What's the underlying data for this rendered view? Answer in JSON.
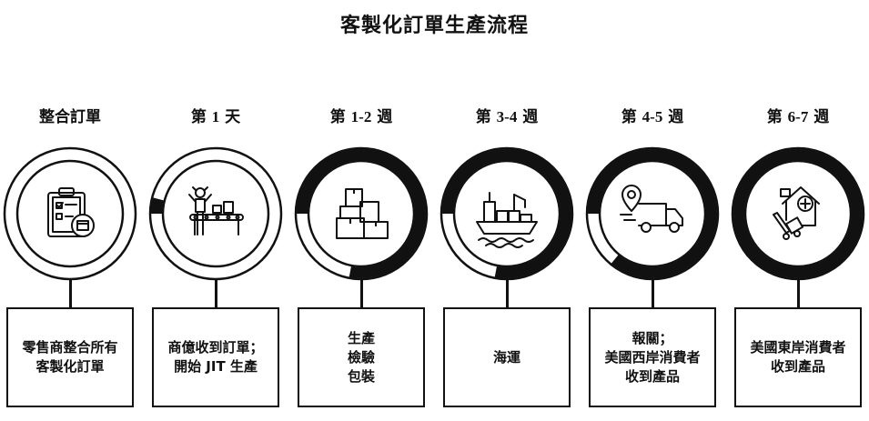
{
  "title": "客製化訂單生產流程",
  "steps": [
    {
      "label_pre": "整合訂單",
      "label_num": "",
      "label_post": "",
      "progress": 0,
      "icon": "clipboard-checklist-icon",
      "desc": "零售商整合所有\n客製化訂單"
    },
    {
      "label_pre": "第 ",
      "label_num": "1",
      "label_post": " 天",
      "progress": 0.04,
      "icon": "factory-worker-conveyor-icon",
      "desc": "商億收到訂單；\n開始 JIT 生產"
    },
    {
      "label_pre": "第 ",
      "label_num": "1-2",
      "label_post": " 週",
      "progress": 0.78,
      "icon": "stacked-boxes-icon",
      "desc": "生產\n檢驗\n包裝"
    },
    {
      "label_pre": "第 ",
      "label_num": "3-4",
      "label_post": " 週",
      "progress": 0.78,
      "icon": "cargo-ship-icon",
      "desc": "海運"
    },
    {
      "label_pre": "第 ",
      "label_num": "4-5",
      "label_post": " 週",
      "progress": 0.86,
      "icon": "delivery-truck-location-icon",
      "desc": "報關；\n美國西岸消費者\n收到產品"
    },
    {
      "label_pre": "第 ",
      "label_num": "6-7",
      "label_post": " 週",
      "progress": 1.0,
      "icon": "home-delivery-icon",
      "desc": "美國東岸消費者\n收到產品"
    }
  ]
}
